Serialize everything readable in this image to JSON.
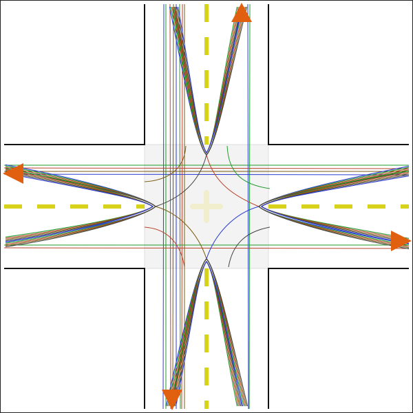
{
  "scene": {
    "background": "#ffffff",
    "frame_color": "#222222",
    "road_edge_color": "#111111",
    "center_line_color": "#d8d21a",
    "intersection_fill": "#f3f3f3",
    "center_marker_color": "#f3f1cf",
    "arrow_color": "#e06010",
    "trajectory_colors": [
      "#2b3bd1",
      "#1f9a2a",
      "#b8432a",
      "#7a5a10",
      "#444444"
    ]
  },
  "arrows": [
    {
      "name": "north-exit-arrow-icon",
      "direction": "up"
    },
    {
      "name": "west-exit-arrow-icon",
      "direction": "left"
    },
    {
      "name": "east-exit-arrow-icon",
      "direction": "right"
    },
    {
      "name": "south-exit-arrow-icon",
      "direction": "down"
    }
  ]
}
